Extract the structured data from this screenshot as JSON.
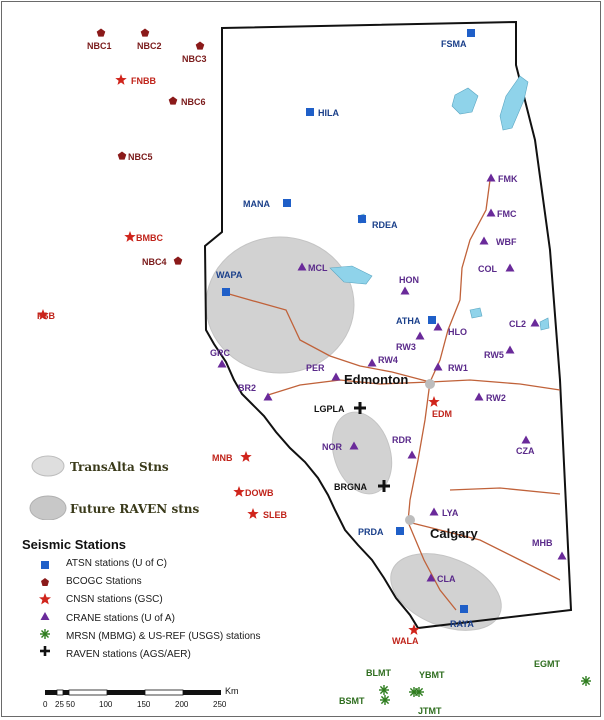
{
  "colors": {
    "atsn": "#1f5fc8",
    "bcogc": "#8b1a1a",
    "cnsn": "#d0241b",
    "crane": "#6a2a9a",
    "mrsn": "#2e7d1e",
    "raven": "#111111",
    "river": "#c0623a",
    "lake": "#8fd3ea",
    "zone_fill": "#d0d0d0",
    "label_atsn": "#1a3f8a",
    "label_bcogc": "#7a1a1a",
    "label_cnsn": "#c0241b",
    "label_crane": "#5a2a8a",
    "label_mrsn": "#2e6d1e",
    "label_city": "#111111"
  },
  "stations": {
    "atsn": [
      "FSMA",
      "HILA",
      "MANA",
      "RDEA",
      "WAPA",
      "ATHA",
      "PRDA",
      "RAYA"
    ],
    "bcogc": [
      "NBC1",
      "NBC2",
      "NBC3",
      "NBC6",
      "NBC5",
      "NBC4"
    ],
    "cnsn": [
      "FNBB",
      "BMBC",
      "FSB",
      "EDM",
      "MNB",
      "DOWB",
      "SLEB",
      "WALA"
    ],
    "crane": [
      "FMK",
      "FMC",
      "WBF",
      "COL",
      "MCL",
      "HON",
      "CL2",
      "HLO",
      "RW3",
      "RW5",
      "GRC",
      "RW4",
      "RW1",
      "PER",
      "BR2",
      "RW2",
      "NOR",
      "RDR",
      "CZA",
      "LYA",
      "MHB",
      "CLA"
    ],
    "mrsn": [
      "BLMT",
      "YBMT",
      "BSMT",
      "JTMT",
      "EGMT"
    ],
    "raven": [
      "LGPLA",
      "BRGNA"
    ]
  },
  "cities": [
    "Edmonton",
    "Calgary"
  ],
  "legend": {
    "zones": [
      {
        "label": "TransAlta Stns",
        "icon": "hatched-ellipse"
      },
      {
        "label": "Future RAVEN stns",
        "icon": "grey-ellipse"
      }
    ],
    "heading": "Seismic Stations",
    "entries": [
      {
        "label": "ATSN stations (U of C)",
        "icon": "square-icon"
      },
      {
        "label": "BCOGC Stations",
        "icon": "pentagon-icon"
      },
      {
        "label": "CNSN stations (GSC)",
        "icon": "star-icon"
      },
      {
        "label": "CRANE stations (U of A)",
        "icon": "triangle-icon"
      },
      {
        "label": "MRSN (MBMG) & US-REF (USGS) stations",
        "icon": "asterisk-icon"
      },
      {
        "label": "RAVEN stations (AGS/AER)",
        "icon": "cross-icon"
      }
    ]
  },
  "scale": {
    "ticks": [
      "0",
      "25",
      "50",
      "100",
      "150",
      "200",
      "250"
    ],
    "unit": "Km"
  }
}
